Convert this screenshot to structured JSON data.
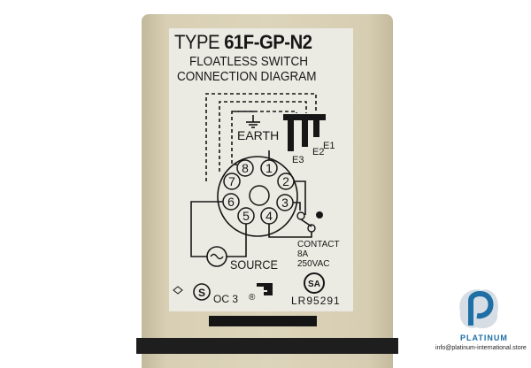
{
  "label": {
    "title_prefix": "TYPE",
    "model": "61F-GP-N2",
    "subtitle_1": "FLOATLESS SWITCH",
    "subtitle_2": "CONNECTION DIAGRAM",
    "earth": "EARTH",
    "electrodes": [
      "E1",
      "E2",
      "E3"
    ],
    "pins": [
      "1",
      "2",
      "3",
      "4",
      "5",
      "6",
      "7",
      "8"
    ],
    "source": "SOURCE",
    "contact_lines": [
      "CONTACT",
      "8A",
      "250VAC"
    ],
    "cert_code": "OC 3",
    "registered": "®",
    "cert_number": "LR95291"
  },
  "watermark": {
    "brand": "PLATINUM",
    "email": "info@platinum-international.store",
    "brand_color": "#1d6fa5"
  },
  "colors": {
    "housing": "#d6cdb2",
    "label_bg": "#ecebe3",
    "ink": "#161616"
  }
}
